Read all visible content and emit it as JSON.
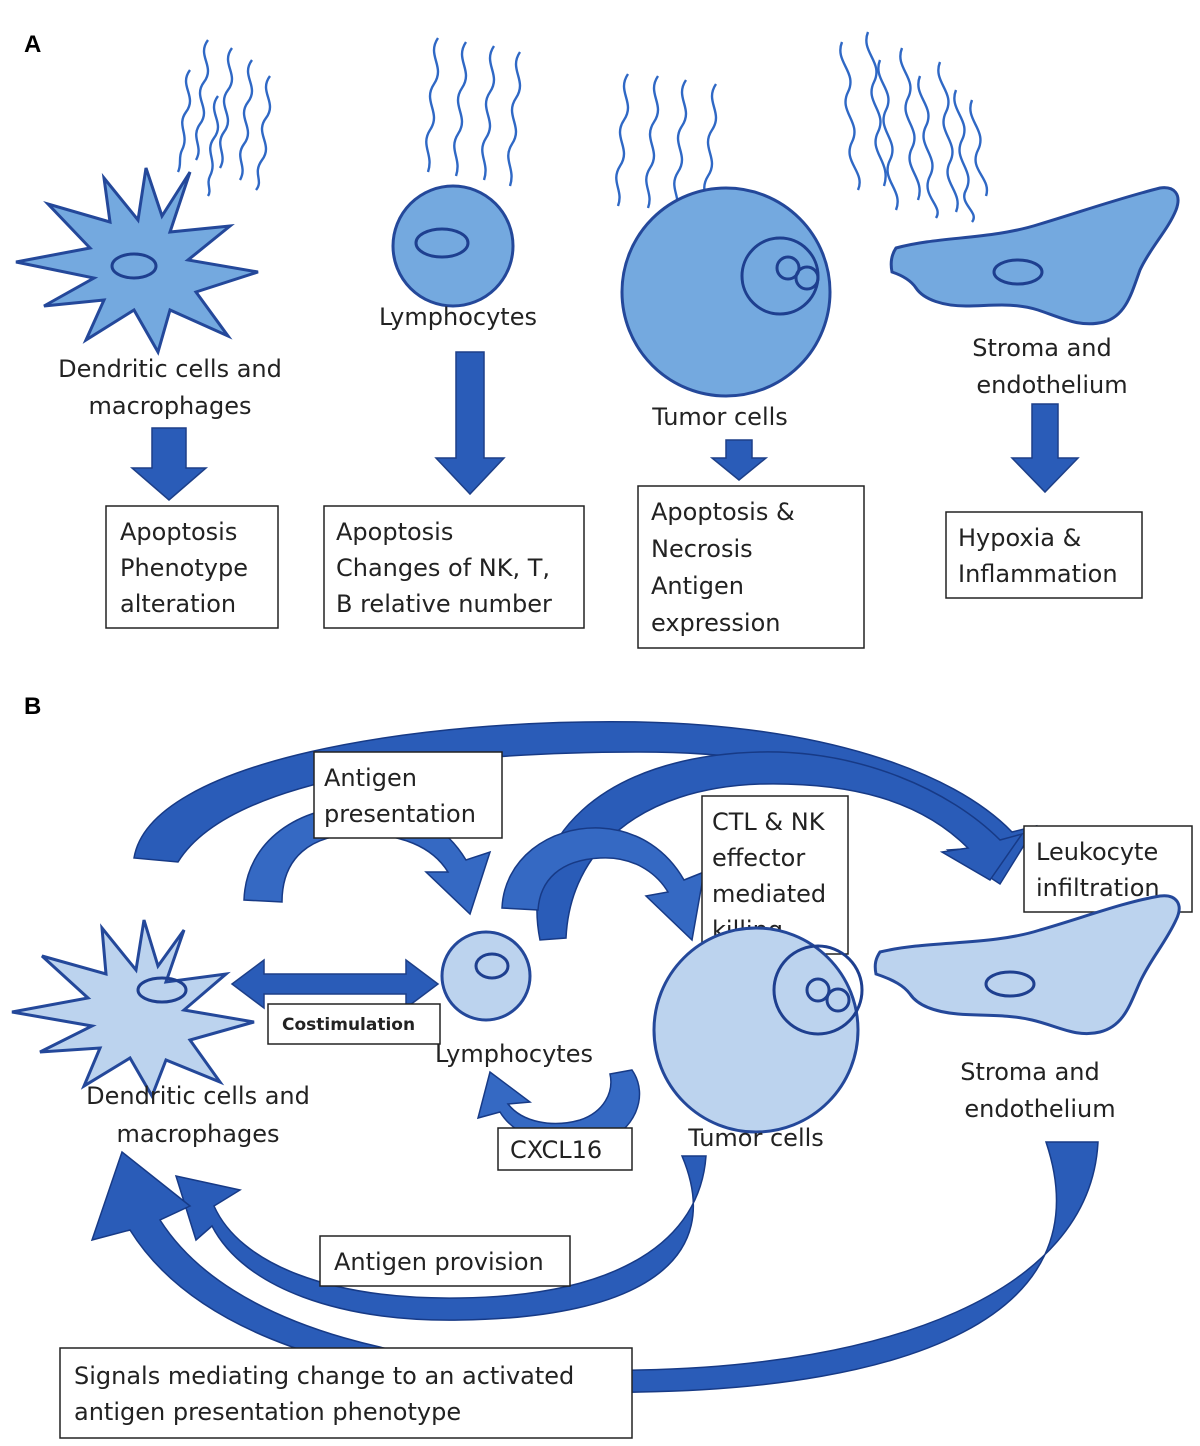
{
  "panel_a": {
    "letter": "A",
    "dendritic_label": [
      "Dendritic cells and",
      "macrophages"
    ],
    "lymphocyte_label": "Lymphocytes",
    "tumor_label": "Tumor cells",
    "stroma_label": [
      "Stroma and",
      "endothelium"
    ],
    "dendritic_box": [
      "Apoptosis",
      "Phenotype",
      "alteration"
    ],
    "lymphocyte_box": [
      "Apoptosis",
      "Changes of NK, T,",
      "B relative number"
    ],
    "tumor_box": [
      "Apoptosis &",
      "Necrosis",
      "Antigen",
      "expression"
    ],
    "stroma_box": [
      "Hypoxia &",
      "Inflammation"
    ]
  },
  "panel_b": {
    "letter": "B",
    "antigen_presentation": [
      "Antigen",
      "presentation"
    ],
    "ctl_nk": [
      "CTL & NK",
      "effector",
      "mediated",
      "killing"
    ],
    "leukocyte": [
      "Leukocyte",
      "infiltration"
    ],
    "costimulation": "Costimulation",
    "lymphocyte_label": "Lymphocytes",
    "dendritic_label": [
      "Dendritic cells and",
      "macrophages"
    ],
    "cxcl16": "CXCL16",
    "tumor_label": "Tumor cells",
    "stroma_label": [
      "Stroma and",
      "endothelium"
    ],
    "antigen_provision": "Antigen provision",
    "signals": [
      "Signals mediating change to an activated",
      "antigen presentation phenotype"
    ]
  },
  "colors": {
    "cell_dark": "#74a9df",
    "cell_light": "#bcd3ee",
    "outline": "#24489a",
    "arrow": "#2a5cb8"
  }
}
